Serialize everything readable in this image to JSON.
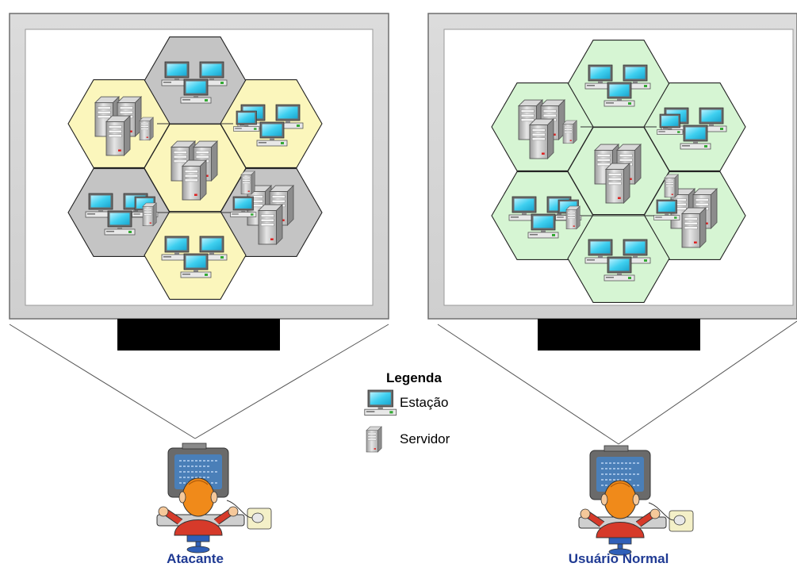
{
  "panels": [
    {
      "id": "attacker",
      "label": "Atacante",
      "label_color": "#1f3a93",
      "cell_colors": {
        "yellow": "#fbf6bc",
        "gray": "#c4c4c4"
      },
      "cells": [
        {
          "pos": "top",
          "fill": "gray",
          "content": "stations"
        },
        {
          "pos": "upper-left",
          "fill": "yellow",
          "content": "servers"
        },
        {
          "pos": "upper-right",
          "fill": "yellow",
          "content": "stations"
        },
        {
          "pos": "center",
          "fill": "yellow",
          "content": "servers"
        },
        {
          "pos": "lower-left",
          "fill": "gray",
          "content": "stations"
        },
        {
          "pos": "lower-right",
          "fill": "gray",
          "content": "servers"
        },
        {
          "pos": "bottom",
          "fill": "yellow",
          "content": "stations"
        }
      ]
    },
    {
      "id": "normal-user",
      "label": "Usuário Normal",
      "label_color": "#1f3a93",
      "cell_colors": {
        "green": "#d6f5d3"
      },
      "cells": [
        {
          "pos": "top",
          "fill": "green",
          "content": "stations"
        },
        {
          "pos": "upper-left",
          "fill": "green",
          "content": "servers"
        },
        {
          "pos": "upper-right",
          "fill": "green",
          "content": "stations"
        },
        {
          "pos": "center",
          "fill": "green",
          "content": "servers"
        },
        {
          "pos": "lower-left",
          "fill": "green",
          "content": "stations"
        },
        {
          "pos": "lower-right",
          "fill": "green",
          "content": "servers"
        },
        {
          "pos": "bottom",
          "fill": "green",
          "content": "stations"
        }
      ]
    }
  ],
  "legend": {
    "title": "Legenda",
    "items": [
      {
        "label": "Estação",
        "icon": "station-icon"
      },
      {
        "label": "Servidor",
        "icon": "server-icon"
      }
    ]
  },
  "colors": {
    "monitor_frame": "#d4d4d4",
    "monitor_border": "#777777",
    "stand": "#000000",
    "screen_cyan": "#3fd0f0"
  }
}
